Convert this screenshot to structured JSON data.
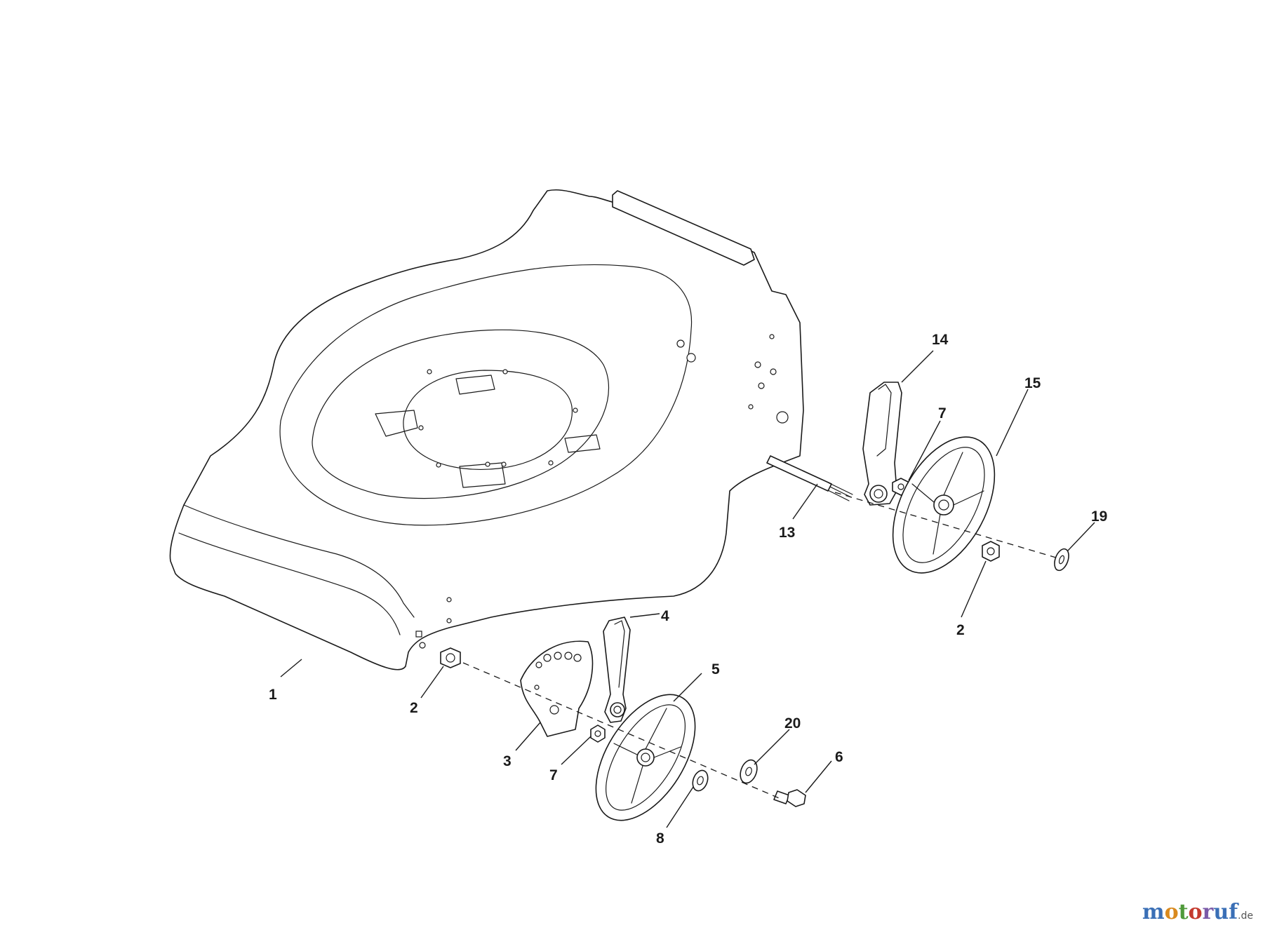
{
  "diagram": {
    "callouts": [
      {
        "id": "c1",
        "label": "1"
      },
      {
        "id": "c2a",
        "label": "2"
      },
      {
        "id": "c2b",
        "label": "2"
      },
      {
        "id": "c3",
        "label": "3"
      },
      {
        "id": "c4",
        "label": "4"
      },
      {
        "id": "c5",
        "label": "5"
      },
      {
        "id": "c6",
        "label": "6"
      },
      {
        "id": "c7a",
        "label": "7"
      },
      {
        "id": "c7b",
        "label": "7"
      },
      {
        "id": "c8",
        "label": "8"
      },
      {
        "id": "c13",
        "label": "13"
      },
      {
        "id": "c14",
        "label": "14"
      },
      {
        "id": "c15",
        "label": "15"
      },
      {
        "id": "c19",
        "label": "19"
      },
      {
        "id": "c20",
        "label": "20"
      }
    ]
  },
  "watermark": {
    "brand": [
      "m",
      "o",
      "t",
      "o",
      "r",
      "uf"
    ],
    "tld": ".de"
  }
}
